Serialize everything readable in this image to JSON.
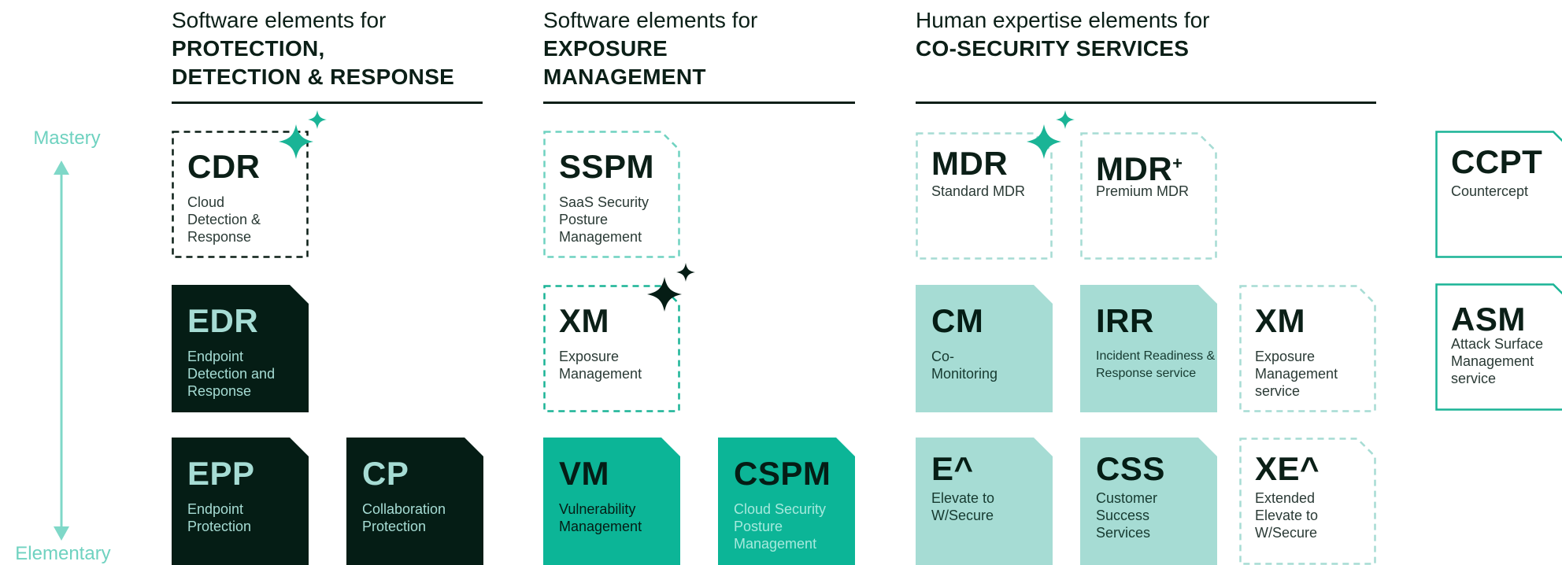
{
  "columns": [
    {
      "pre": "Software elements for",
      "strong": "PROTECTION,\nDETECTION & RESPONSE"
    },
    {
      "pre": "Software elements for",
      "strong": "EXPOSURE\nMANAGEMENT"
    },
    {
      "pre": "Human expertise elements for",
      "strong": "CO-SECURITY SERVICES"
    }
  ],
  "axis": {
    "top": "Mastery",
    "bottom": "Elementary"
  },
  "cards": {
    "cdr": {
      "abbr": "CDR",
      "desc": "Cloud Detection & Response"
    },
    "edr": {
      "abbr": "EDR",
      "desc": "Endpoint Detection and Response"
    },
    "epp": {
      "abbr": "EPP",
      "desc": "Endpoint Protection"
    },
    "cp": {
      "abbr": "CP",
      "desc": "Collaboration Protection"
    },
    "sspm": {
      "abbr": "SSPM",
      "desc": "SaaS Security Posture Management"
    },
    "xm": {
      "abbr": "XM",
      "desc": "Exposure Management"
    },
    "vm": {
      "abbr": "VM",
      "desc": "Vulnerability Management"
    },
    "cspm": {
      "abbr": "CSPM",
      "desc": "Cloud Security Posture Management"
    },
    "mdr": {
      "abbr": "MDR",
      "desc": "Standard MDR"
    },
    "mdrp": {
      "abbr": "MDR",
      "sup": "+",
      "desc": "Premium MDR"
    },
    "cm": {
      "abbr": "CM",
      "desc": "Co-Monitoring"
    },
    "irr": {
      "abbr": "IRR",
      "desc": "Incident Readiness & Response service"
    },
    "xms": {
      "abbr": "XM",
      "desc": "Exposure Management service"
    },
    "e": {
      "abbr": "E^",
      "desc": "Elevate to W/Secure"
    },
    "css": {
      "abbr": "CSS",
      "desc": "Customer Success Services"
    },
    "xe": {
      "abbr": "XE^",
      "desc": "Extended Elevate to W/Secure"
    },
    "ccpt": {
      "abbr": "CCPT",
      "desc": "Countercept"
    },
    "asm": {
      "abbr": "ASM",
      "desc": "Attack Surface Management service"
    }
  },
  "colors": {
    "dark": "#051d15",
    "teal": "#0cb597",
    "mint": "#a6dcd4",
    "accent": "#1ab496"
  },
  "icons": [
    "sparkle-icon",
    "arrow-up-icon",
    "arrow-down-icon"
  ]
}
